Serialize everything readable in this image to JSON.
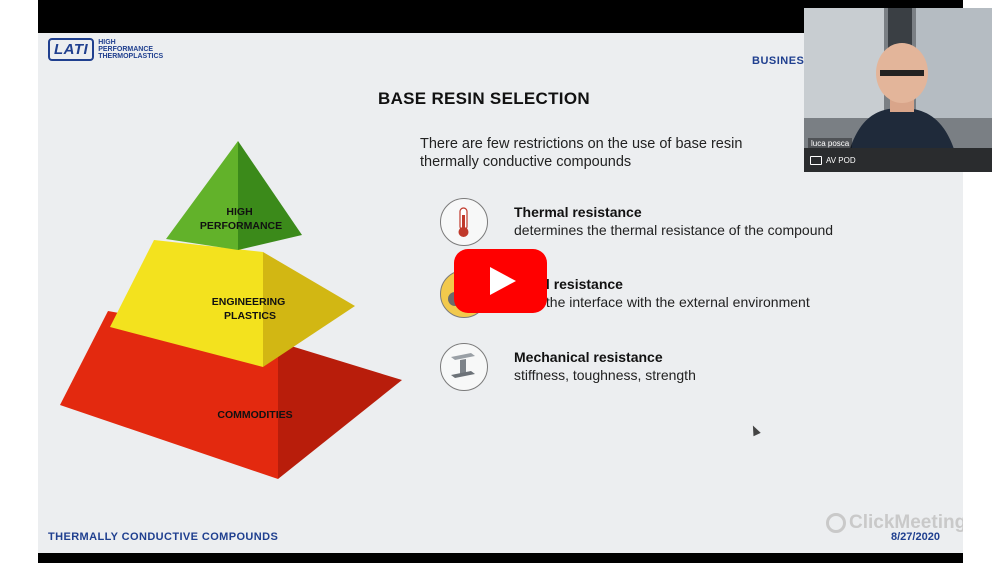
{
  "slide": {
    "logo": {
      "mark": "LATI",
      "text_lines": [
        "HIGH",
        "PERFORMANCE",
        "THERMOPLASTICS"
      ]
    },
    "business_label": "BUSINES",
    "title": "BASE RESIN SELECTION",
    "intro_line1": "There are few restrictions on the use of base resin",
    "intro_line2": "thermally conductive compounds",
    "pyramid": {
      "top_lines": [
        "HIGH",
        "PERFORMANCE"
      ],
      "middle_lines": [
        "ENGINEERING",
        "PLASTICS"
      ],
      "bottom": "COMMODITIES"
    },
    "properties": [
      {
        "icon": "thermometer-icon",
        "title": "Thermal resistance",
        "desc": "determines the thermal resistance of the compound"
      },
      {
        "icon": "chemical-drop-icon",
        "title": "mical resistance",
        "desc": "tic is the interface with the external environment"
      },
      {
        "icon": "steel-beam-icon",
        "title": "Mechanical resistance",
        "desc": "stiffness, toughness, strength"
      }
    ],
    "footer_left": "THERMALLY CONDUCTIVE COMPOUNDS",
    "footer_right": "8/27/2020"
  },
  "watermark": "ClickMeeting",
  "webcam": {
    "participant": "luca posca",
    "device": "AV POD"
  },
  "colors": {
    "brand_blue": "#1f3f8f",
    "play_red": "#ff0000",
    "pyramid_green": "#5aa51e",
    "pyramid_yellow": "#f4d41d",
    "pyramid_red": "#e82a13"
  }
}
